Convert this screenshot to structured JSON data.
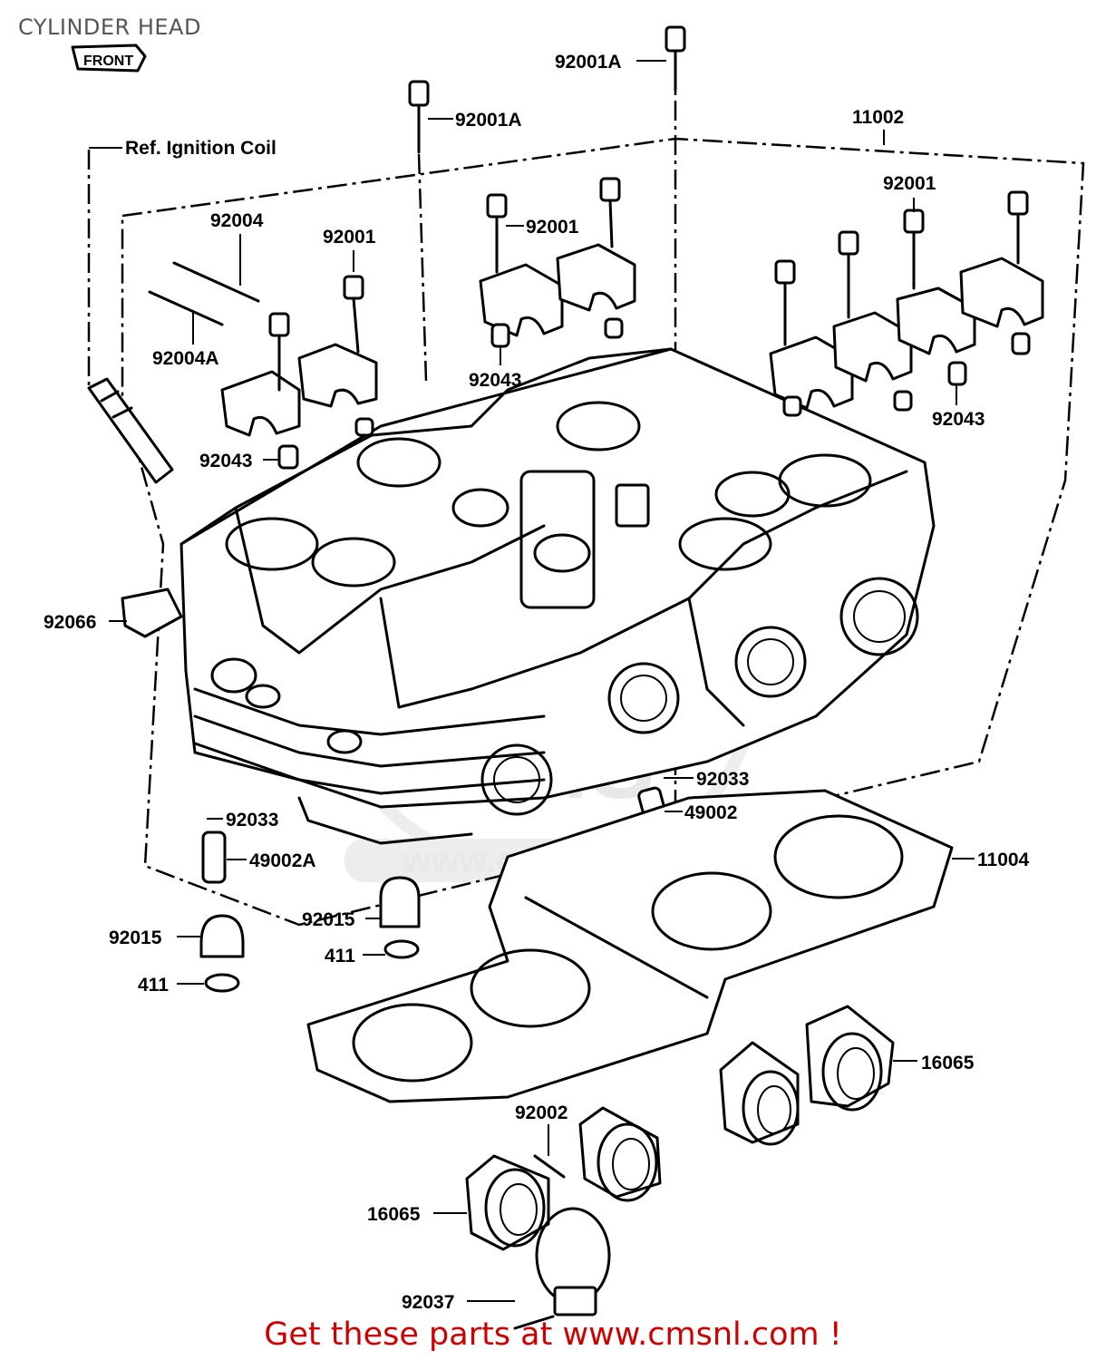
{
  "title": "CYLINDER HEAD",
  "front_mark": "FRONT",
  "reference_note": "Ref. Ignition Coil",
  "watermark": {
    "top": "CMS",
    "bottom": "www.cmsnl.com"
  },
  "callouts": {
    "c92001A_top": "92001A",
    "c92001A_left": "92001A",
    "c11002": "11002",
    "c92004": "92004",
    "c92004A": "92004A",
    "c92001_a": "92001",
    "c92001_b": "92001",
    "c92001_c": "92001",
    "c92043_a": "92043",
    "c92043_b": "92043",
    "c92043_c": "92043",
    "c92066": "92066",
    "c92033_left": "92033",
    "c49002A": "49002A",
    "c92033_right": "92033",
    "c49002": "49002",
    "c11004": "11004",
    "c92015_mid": "92015",
    "c411_mid": "411",
    "c92015_left": "92015",
    "c411_left": "411",
    "c16065_right": "16065",
    "c92002": "92002",
    "c16065_left": "16065",
    "c92037": "92037"
  },
  "cta": "Get these parts at www.cmsnl.com !"
}
